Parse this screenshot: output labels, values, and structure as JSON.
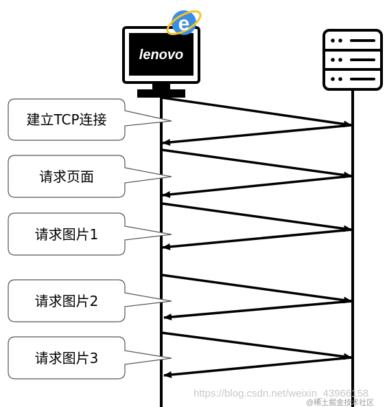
{
  "client": {
    "logo_text": "lenovo",
    "icon": "ie-browser-icon"
  },
  "server": {
    "icon": "server-rack-icon"
  },
  "callouts": [
    {
      "label": "建立TCP连接"
    },
    {
      "label": "请求页面"
    },
    {
      "label": "请求图片1"
    },
    {
      "label": "请求图片2"
    },
    {
      "label": "请求图片3"
    }
  ],
  "watermark": {
    "url": "https://blog.csdn.net/weixin_43966158",
    "community": "@稀土掘金技术社区"
  },
  "colors": {
    "ink": "#000000",
    "ie_blue": "#3c8fe0",
    "ie_ring": "#f6c324",
    "callout_border": "#555555",
    "watermark": "#c8c8c8"
  }
}
